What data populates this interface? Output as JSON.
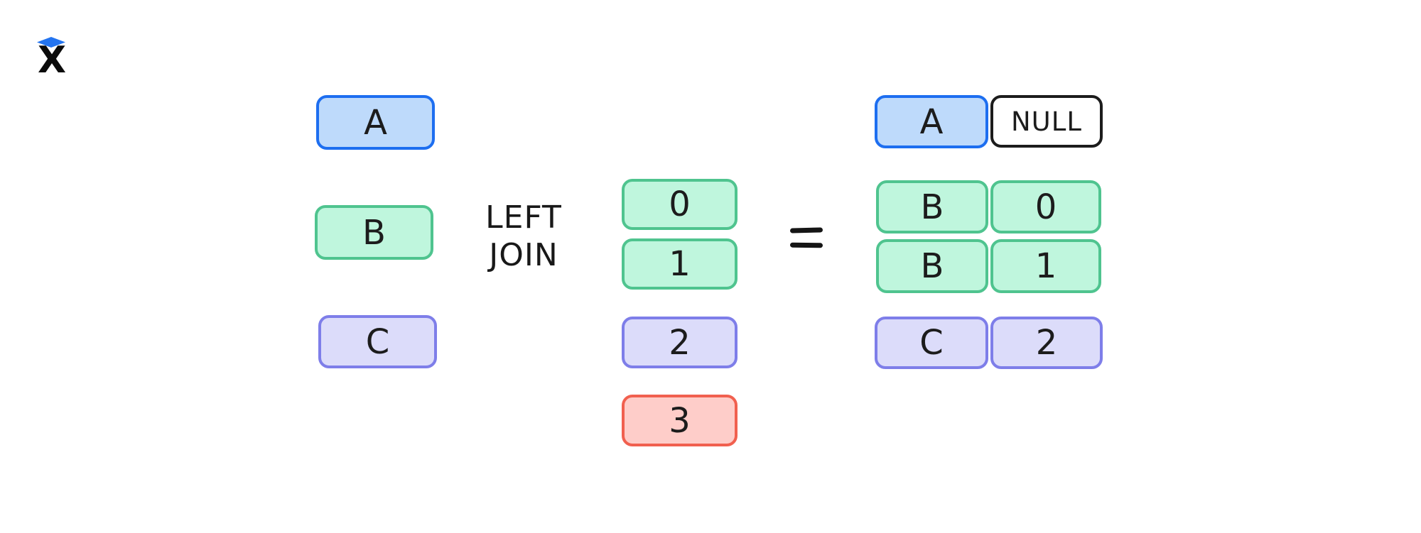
{
  "logo": {
    "letter": "X"
  },
  "operator": {
    "line1": "LEFT",
    "line2": "JOIN"
  },
  "equals_symbol": "=",
  "left_table": {
    "rows": [
      {
        "label": "A",
        "color": "blue"
      },
      {
        "label": "B",
        "color": "green"
      },
      {
        "label": "C",
        "color": "purple"
      }
    ]
  },
  "join_values": {
    "rows": [
      {
        "label": "0",
        "color": "green"
      },
      {
        "label": "1",
        "color": "green"
      },
      {
        "label": "2",
        "color": "purple"
      },
      {
        "label": "3",
        "color": "red"
      }
    ]
  },
  "result_table": {
    "rows": [
      {
        "key": "A",
        "key_color": "blue",
        "value": "NULL",
        "value_color": "white"
      },
      {
        "key": "B",
        "key_color": "green",
        "value": "0",
        "value_color": "green"
      },
      {
        "key": "B",
        "key_color": "green",
        "value": "1",
        "value_color": "green"
      },
      {
        "key": "C",
        "key_color": "purple",
        "value": "2",
        "value_color": "purple"
      }
    ]
  },
  "colors": {
    "logo_diamond": "#2374f0",
    "blue_fill": "#bedafb",
    "blue_border": "#1d6ef0",
    "green_fill": "#bff6dd",
    "green_border": "#4fc48f",
    "purple_fill": "#dcdcfa",
    "purple_border": "#7e7ee9",
    "red_fill": "#fecdc9",
    "red_border": "#f1604f",
    "white_fill": "#ffffff",
    "white_border": "#1c1c1c"
  }
}
